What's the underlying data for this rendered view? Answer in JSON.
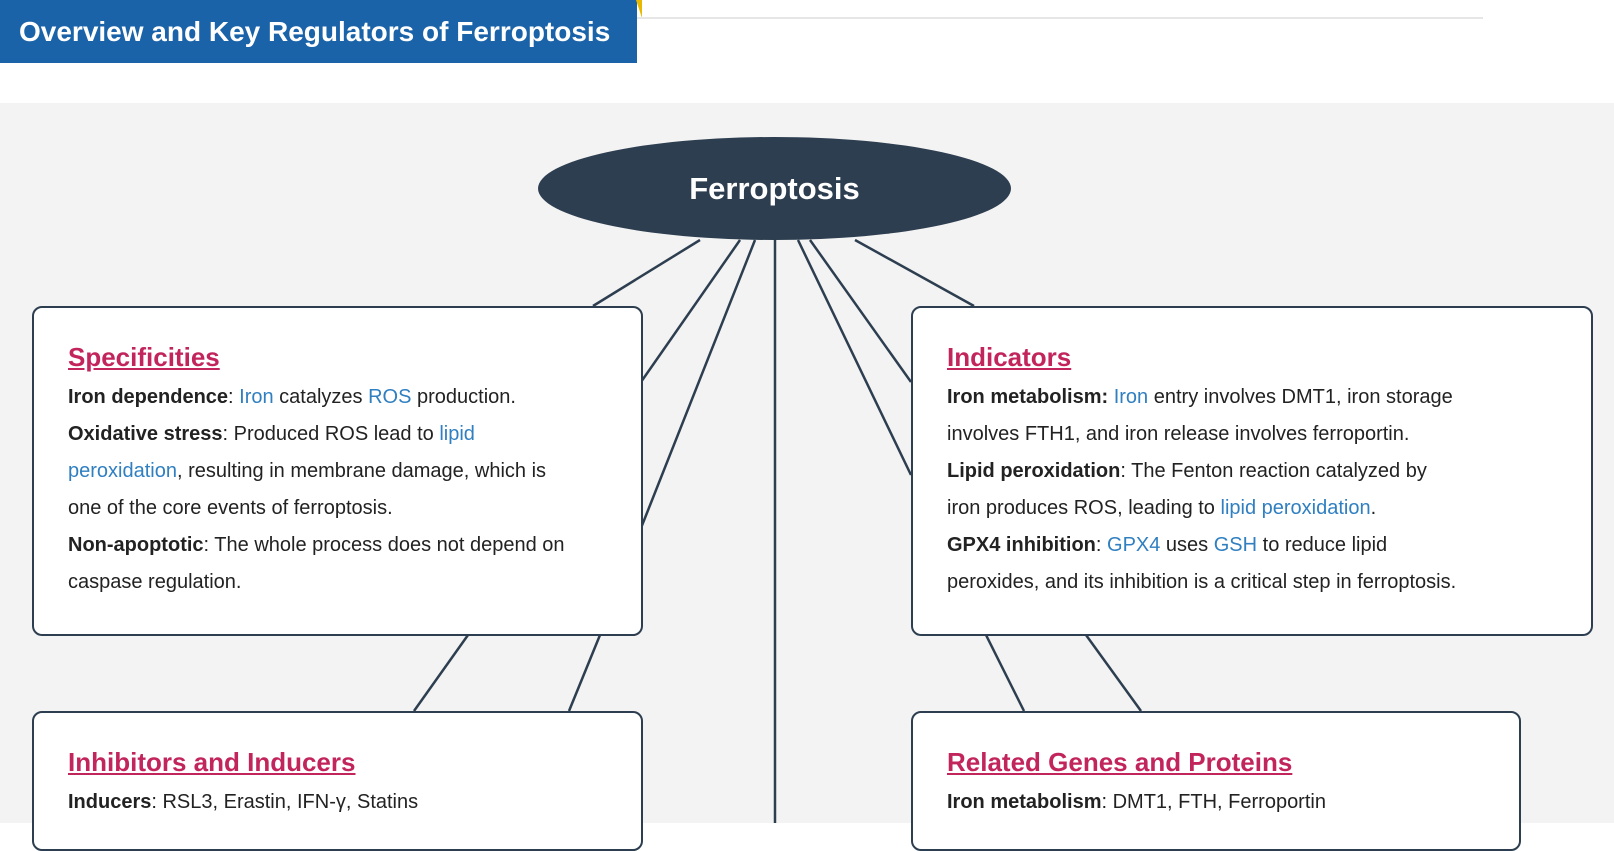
{
  "header": {
    "title": "Overview and Key Regulators of Ferroptosis"
  },
  "root": {
    "label": "Ferroptosis"
  },
  "colors": {
    "banner": "#1a63a8",
    "node": "#2d3e50",
    "title": "#c2255c",
    "link": "#2f7fc1"
  },
  "cards": {
    "specificities": {
      "title": "Specificities",
      "p1": {
        "key": "Iron dependence",
        "sep": ": ",
        "t1": "Iron",
        "t2": " catalyzes ",
        "t3": "ROS",
        "t4": " production."
      },
      "p2": {
        "key": "Oxidative stress",
        "sep": ": ",
        "t1": "Produced ROS lead to ",
        "t2": "lipid",
        "t3": "peroxidation",
        "t4": ", resulting in membrane damage, which is",
        "t5": "one of the core events of ferroptosis."
      },
      "p3": {
        "key": "Non-apoptotic",
        "sep": ": ",
        "t1": "The whole process does not depend on",
        "t2": "caspase regulation."
      }
    },
    "indicators": {
      "title": "Indicators",
      "p1": {
        "key": "Iron metabolism:",
        "sep": " ",
        "t1": "Iron",
        "t2": " entry involves DMT1, iron storage",
        "t3": "involves FTH1, and iron release involves ferroportin."
      },
      "p2": {
        "key": "Lipid peroxidation",
        "sep": ": ",
        "t1": "The Fenton reaction catalyzed by",
        "t2": "iron produces ROS, leading to ",
        "t3": "lipid peroxidation",
        "t4": "."
      },
      "p3": {
        "key": "GPX4 inhibition",
        "sep": ": ",
        "t1": "GPX4",
        "t2": " uses ",
        "t3": "GSH",
        "t4": " to reduce lipid",
        "t5": "peroxides, and its inhibition is a critical step in ferroptosis."
      }
    },
    "inhibitors": {
      "title": "Inhibitors and Inducers",
      "p1": {
        "key": "Inducers",
        "sep": ": ",
        "t1": "RSL3, Erastin, IFN-γ, Statins"
      }
    },
    "genes": {
      "title": "Related Genes and Proteins",
      "p1": {
        "key": "Iron metabolism",
        "sep": ": ",
        "t1": "DMT1, FTH, Ferroportin"
      }
    }
  }
}
